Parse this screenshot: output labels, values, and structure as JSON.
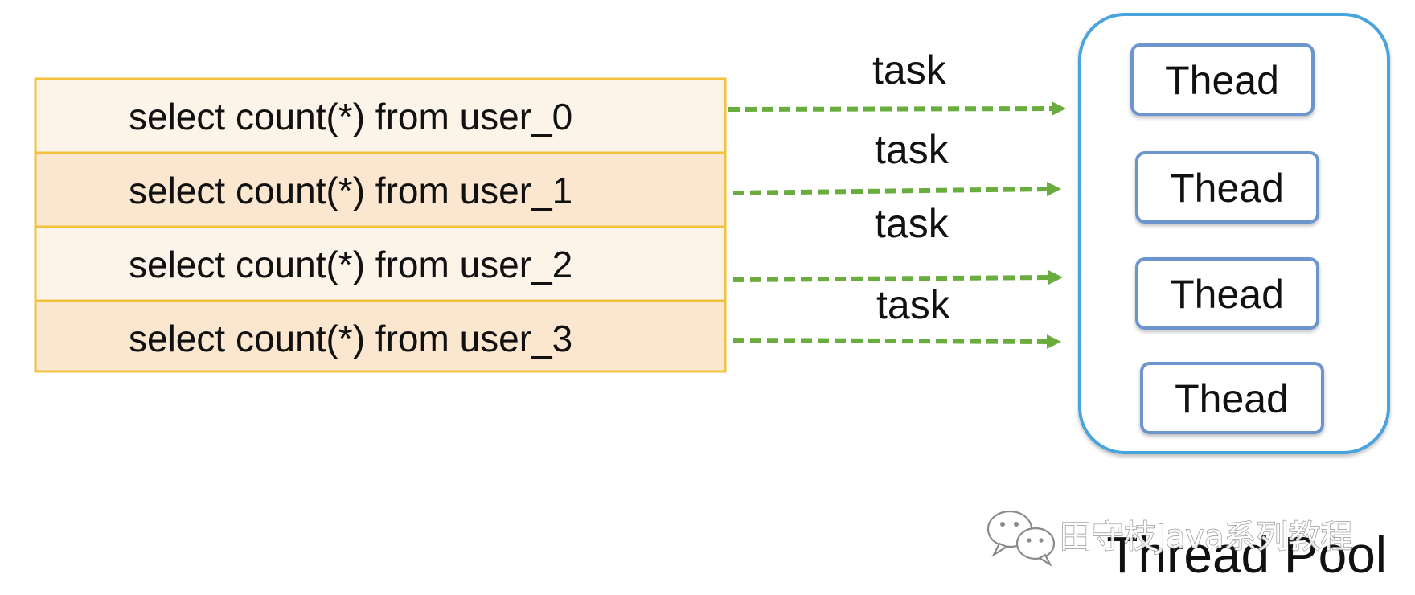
{
  "queries": [
    "select count(*) from user_0",
    "select count(*) from user_1",
    "select count(*) from user_2",
    "select count(*) from user_3"
  ],
  "tasks": [
    "task",
    "task",
    "task",
    "task"
  ],
  "threads": [
    "Thead",
    "Thead",
    "Thead",
    "Thead"
  ],
  "pool_label": "Thread Pool",
  "watermark": {
    "icon": "wechat-icon",
    "text": "田守枝Java系列教程"
  },
  "colors": {
    "table_border": "#f4c13c",
    "row_light": "#fcf4e8",
    "row_dark": "#fbe7cf",
    "arrow": "#6aad3f",
    "pool_border": "#4aa3dd",
    "thread_border": "#6c95cd"
  }
}
